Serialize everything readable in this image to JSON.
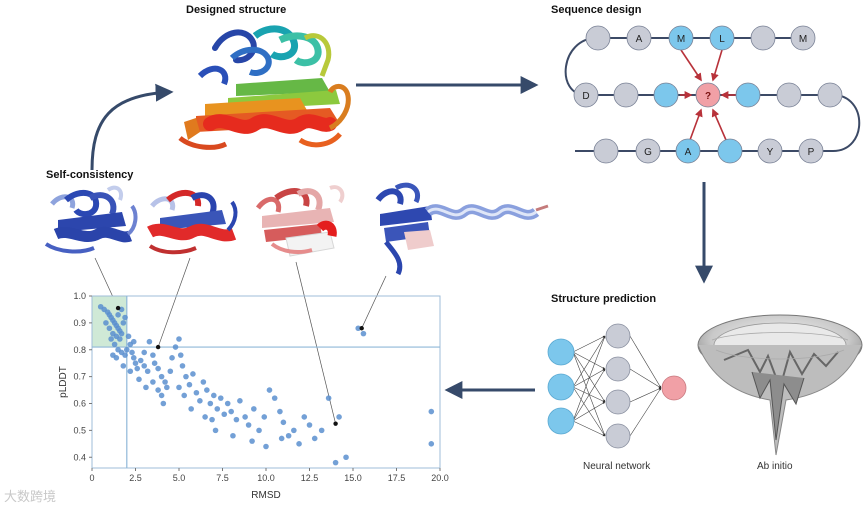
{
  "labels": {
    "designed_structure": "Designed structure",
    "sequence_design": "Sequence design",
    "self_consistency": "Self-consistency",
    "structure_prediction": "Structure prediction",
    "neural_network": "Neural network",
    "ab_initio": "Ab initio"
  },
  "sequence": {
    "row1": [
      "",
      "A",
      "M",
      "L",
      "",
      "M"
    ],
    "row2": [
      "D",
      "",
      "",
      "?",
      "",
      "",
      ""
    ],
    "row3": [
      "",
      "G",
      "A",
      "",
      "Y",
      "P"
    ],
    "colors": {
      "grey": "#c9ccd6",
      "blue": "#7cc7ec",
      "query": "#f1a0a6",
      "arrow": "#b8323a",
      "line": "#3c4a66"
    }
  },
  "colors": {
    "arrow": "#364a6a",
    "threshold": "#8fb8d8",
    "highlight": "#cfe9d6",
    "point": "#5b8fcf"
  },
  "watermark": "大数跨境",
  "chart_data": {
    "type": "scatter",
    "xlabel": "RMSD",
    "ylabel": "pLDDT",
    "xlim": [
      0,
      20
    ],
    "ylim": [
      0.36,
      1.0
    ],
    "xticks": [
      "0",
      "2.5",
      "5.0",
      "7.5",
      "10.0",
      "12.5",
      "15.0",
      "17.5",
      "20.0"
    ],
    "yticks": [
      "1.0",
      "0.9",
      "0.8",
      "0.7",
      "0.6",
      "0.5",
      "0.4"
    ],
    "thresholds": {
      "x": 2.0,
      "y": 0.81
    },
    "grid": false,
    "highlighted": [
      [
        1.5,
        0.955
      ],
      [
        3.8,
        0.81
      ],
      [
        14.0,
        0.525
      ],
      [
        15.5,
        0.88
      ]
    ],
    "points": [
      [
        0.5,
        0.96
      ],
      [
        0.7,
        0.95
      ],
      [
        0.9,
        0.94
      ],
      [
        1.0,
        0.93
      ],
      [
        1.1,
        0.92
      ],
      [
        1.2,
        0.91
      ],
      [
        1.3,
        0.9
      ],
      [
        1.4,
        0.89
      ],
      [
        1.5,
        0.88
      ],
      [
        1.6,
        0.87
      ],
      [
        0.8,
        0.9
      ],
      [
        1.0,
        0.88
      ],
      [
        1.2,
        0.86
      ],
      [
        1.4,
        0.85
      ],
      [
        1.6,
        0.84
      ],
      [
        1.7,
        0.86
      ],
      [
        1.8,
        0.9
      ],
      [
        1.5,
        0.93
      ],
      [
        1.7,
        0.95
      ],
      [
        1.9,
        0.92
      ],
      [
        1.1,
        0.84
      ],
      [
        1.3,
        0.82
      ],
      [
        1.5,
        0.8
      ],
      [
        1.7,
        0.79
      ],
      [
        1.9,
        0.78
      ],
      [
        2.0,
        0.8
      ],
      [
        2.2,
        0.82
      ],
      [
        1.2,
        0.78
      ],
      [
        1.4,
        0.77
      ],
      [
        2.1,
        0.85
      ],
      [
        2.3,
        0.79
      ],
      [
        2.4,
        0.77
      ],
      [
        2.5,
        0.75
      ],
      [
        2.6,
        0.73
      ],
      [
        2.2,
        0.72
      ],
      [
        2.8,
        0.76
      ],
      [
        3.0,
        0.74
      ],
      [
        3.2,
        0.72
      ],
      [
        3.0,
        0.79
      ],
      [
        3.3,
        0.83
      ],
      [
        3.5,
        0.78
      ],
      [
        3.6,
        0.75
      ],
      [
        3.8,
        0.73
      ],
      [
        4.0,
        0.7
      ],
      [
        4.2,
        0.68
      ],
      [
        3.5,
        0.68
      ],
      [
        3.8,
        0.65
      ],
      [
        4.0,
        0.63
      ],
      [
        4.3,
        0.66
      ],
      [
        4.5,
        0.72
      ],
      [
        4.6,
        0.77
      ],
      [
        4.8,
        0.81
      ],
      [
        5.0,
        0.84
      ],
      [
        5.1,
        0.78
      ],
      [
        5.2,
        0.74
      ],
      [
        5.4,
        0.7
      ],
      [
        5.0,
        0.66
      ],
      [
        5.3,
        0.63
      ],
      [
        5.6,
        0.67
      ],
      [
        5.8,
        0.71
      ],
      [
        6.0,
        0.64
      ],
      [
        6.2,
        0.61
      ],
      [
        6.4,
        0.68
      ],
      [
        6.6,
        0.65
      ],
      [
        6.8,
        0.6
      ],
      [
        7.0,
        0.63
      ],
      [
        7.2,
        0.58
      ],
      [
        7.4,
        0.62
      ],
      [
        7.6,
        0.56
      ],
      [
        7.8,
        0.6
      ],
      [
        8.0,
        0.57
      ],
      [
        8.3,
        0.54
      ],
      [
        8.5,
        0.61
      ],
      [
        8.8,
        0.55
      ],
      [
        9.0,
        0.52
      ],
      [
        9.3,
        0.58
      ],
      [
        9.6,
        0.5
      ],
      [
        9.9,
        0.55
      ],
      [
        10.2,
        0.65
      ],
      [
        10.5,
        0.62
      ],
      [
        10.8,
        0.57
      ],
      [
        11.0,
        0.53
      ],
      [
        11.3,
        0.48
      ],
      [
        11.6,
        0.5
      ],
      [
        11.9,
        0.45
      ],
      [
        12.2,
        0.55
      ],
      [
        12.5,
        0.52
      ],
      [
        12.8,
        0.47
      ],
      [
        13.2,
        0.5
      ],
      [
        13.6,
        0.62
      ],
      [
        14.0,
        0.38
      ],
      [
        14.2,
        0.55
      ],
      [
        14.6,
        0.4
      ],
      [
        15.3,
        0.88
      ],
      [
        15.6,
        0.86
      ],
      [
        19.5,
        0.57
      ],
      [
        19.5,
        0.45
      ],
      [
        6.5,
        0.55
      ],
      [
        7.1,
        0.5
      ],
      [
        8.1,
        0.48
      ],
      [
        9.2,
        0.46
      ],
      [
        10.0,
        0.44
      ],
      [
        10.9,
        0.47
      ],
      [
        2.7,
        0.69
      ],
      [
        3.1,
        0.66
      ],
      [
        4.1,
        0.6
      ],
      [
        5.7,
        0.58
      ],
      [
        6.9,
        0.54
      ],
      [
        1.8,
        0.74
      ],
      [
        2.4,
        0.83
      ]
    ]
  }
}
